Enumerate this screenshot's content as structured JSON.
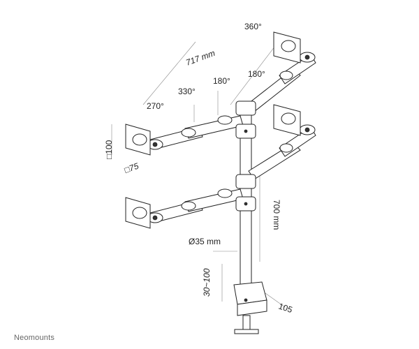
{
  "brand": "Neomounts",
  "labels": {
    "width_total": "717 mm",
    "rot_top": "360°",
    "rot_upper_right": "180°",
    "rot_center": "180°",
    "rot_330": "330°",
    "rot_270": "270°",
    "vesa_100": "□100",
    "vesa_75": "□75",
    "height_pole": "700 mm",
    "diameter": "Ø35 mm",
    "clamp_range": "30~100",
    "clamp_depth": "105"
  },
  "colors": {
    "line": "#222222",
    "fill": "#ffffff",
    "brand": "#666666"
  }
}
